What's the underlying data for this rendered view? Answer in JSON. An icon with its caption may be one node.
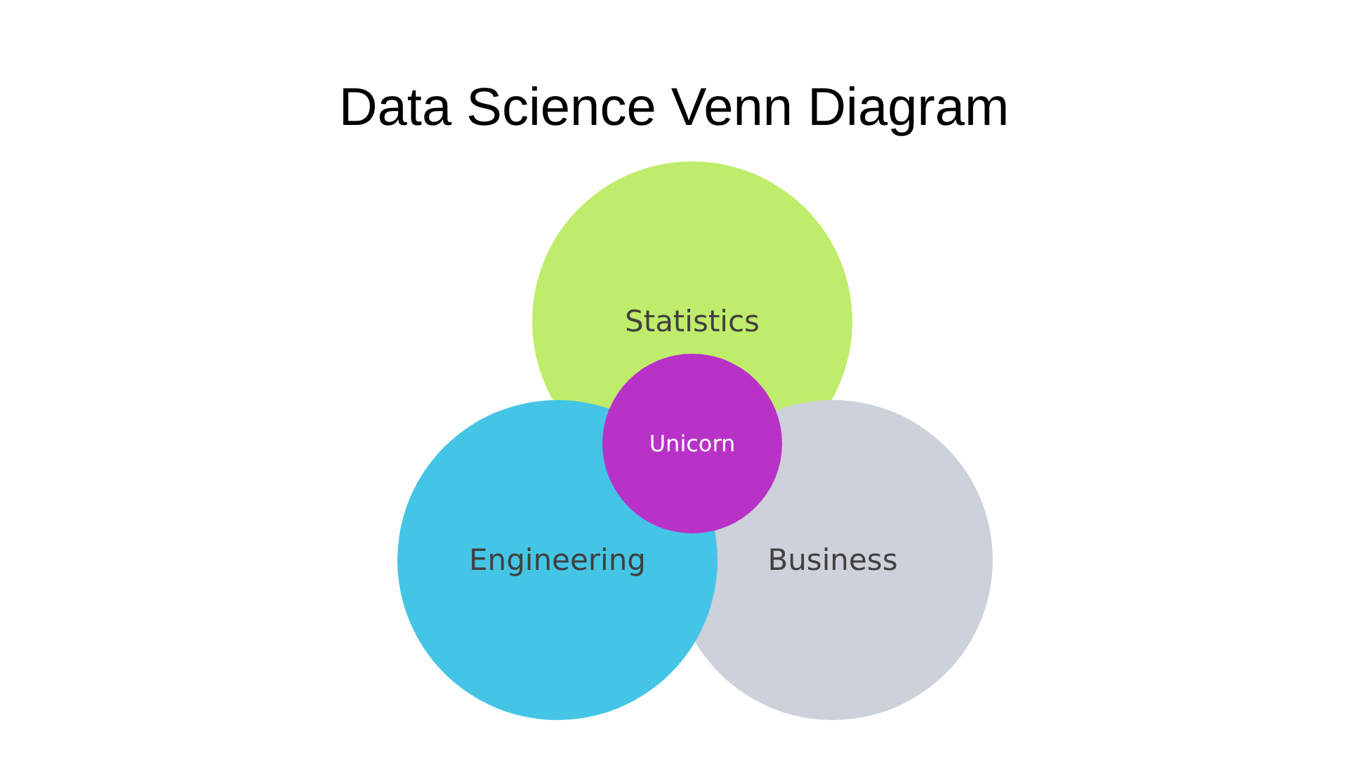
{
  "diagram": {
    "title": "Data Science Venn Diagram",
    "nodes": [
      {
        "text": [
          "Statistics"
        ]
      },
      {
        "text": [
          "Unicorn"
        ]
      },
      {
        "text": [
          "Engineering"
        ]
      },
      {
        "text": [
          "Business"
        ]
      }
    ]
  }
}
